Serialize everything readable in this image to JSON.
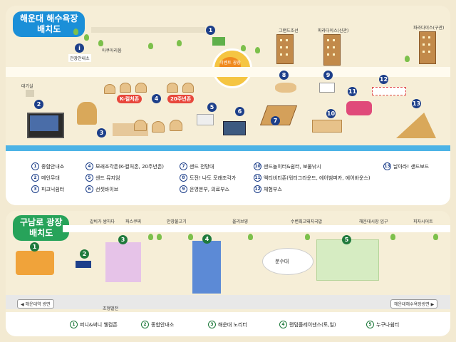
{
  "haeundae": {
    "title_line1": "해운대 해수욕장",
    "title_line2": "배치도",
    "plaza_label": "이벤트 광장",
    "buildings": [
      "그랜드조선",
      "파라다이스(신관)",
      "파라다이스(구관)"
    ],
    "labels": {
      "tourist_info": "관광안내소",
      "waiting_room": "대기실",
      "street_sign": "아쿠아리움",
      "kpop_tag": "K-컬처존",
      "anniv_tag": "20주년존"
    },
    "legend": [
      {
        "num": "1",
        "text": "종합안내소"
      },
      {
        "num": "2",
        "text": "메인무대"
      },
      {
        "num": "3",
        "text": "피크닉쉼터"
      },
      {
        "num": "4",
        "text": "모래조각존(K-컬처존, 20주년존)"
      },
      {
        "num": "5",
        "text": "샌드 뮤지엄"
      },
      {
        "num": "6",
        "text": "선셋바이브"
      },
      {
        "num": "7",
        "text": "샌드 전망대"
      },
      {
        "num": "8",
        "text": "도전! 나도 모래조각가"
      },
      {
        "num": "9",
        "text": "운영본부, 의료부스"
      },
      {
        "num": "10",
        "text": "샌드놀이터&쉼터, 보물낚시"
      },
      {
        "num": "11",
        "text": "액티비티존(워터그라운드, 에어범퍼카, 에어바운스)"
      },
      {
        "num": "12",
        "text": "체험부스"
      },
      {
        "num": "13",
        "text": "날아라! 샌드보드"
      }
    ]
  },
  "gunamro": {
    "title_line1": "구남로 광장",
    "title_line2": "배치도",
    "street_labels": [
      "갈비가 쌈하다",
      "파스쿠찌",
      "안창불고기",
      "올리브영",
      "수변최고돼지국밥",
      "해운대시장 입구",
      "피자시어트"
    ],
    "fountain": "분수대",
    "left_dir": "해운대역 방면",
    "right_dir": "해운대해수욕장방면",
    "bottom_label": "조형벌전",
    "legend": [
      {
        "num": "1",
        "text": "퍼니&써니 웰컴존"
      },
      {
        "num": "2",
        "text": "종합안내소"
      },
      {
        "num": "3",
        "text": "해운대 노리터"
      },
      {
        "num": "4",
        "text": "랜덤플레이댄스(토,일)"
      },
      {
        "num": "5",
        "text": "누구나쉼터"
      }
    ]
  },
  "colors": {
    "title_blue": "#1b8fd8",
    "title_green": "#27a35a",
    "sea": "#4db3e6",
    "sand": "#f6eed7"
  }
}
